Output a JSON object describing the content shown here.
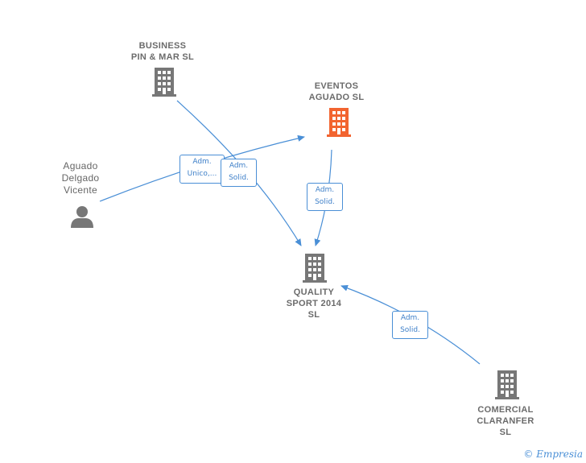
{
  "nodes": {
    "business": {
      "lines": [
        "BUSINESS",
        "PIN & MAR  SL"
      ]
    },
    "eventos": {
      "lines": [
        "EVENTOS",
        "AGUADO  SL"
      ]
    },
    "aguado": {
      "lines": [
        "Aguado",
        "Delgado",
        "Vicente"
      ]
    },
    "quality": {
      "lines": [
        "QUALITY",
        "SPORT 2014",
        "SL"
      ]
    },
    "comercial": {
      "lines": [
        "COMERCIAL",
        "CLARANFER",
        "SL"
      ]
    }
  },
  "edges": {
    "adm_unico": [
      "Adm.",
      "Unico,..."
    ],
    "adm_solid_business": [
      "Adm.",
      "Solid."
    ],
    "adm_solid_eventos": [
      "Adm.",
      "Solid."
    ],
    "adm_solid_comercial": [
      "Adm.",
      "Solid."
    ]
  },
  "colors": {
    "company": "#777777",
    "focus": "#f26430",
    "person": "#777777",
    "edge": "#4a8fd6"
  },
  "footer": {
    "copyright": "©",
    "brand": "Empresia"
  }
}
